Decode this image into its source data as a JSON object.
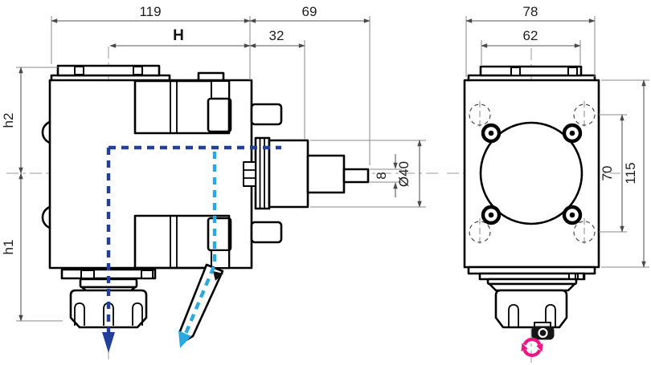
{
  "front_view": {
    "dims": {
      "total_width": "119",
      "clamp_width": "H",
      "spindle_length": "69",
      "spindle_step": "32",
      "upper_height": "h2",
      "lower_height": "h1",
      "pilot_width": "8",
      "spindle_diameter": "Ø40"
    }
  },
  "side_view": {
    "dims": {
      "total_width": "78",
      "cap_width": "62",
      "port_spacing": "70",
      "total_height": "115"
    }
  },
  "colors": {
    "outline": "#000000",
    "dimension_line": "#5a5a5a",
    "centerline": "#9b9b9b",
    "coolant_internal": "#21409a",
    "coolant_external": "#29a8e2",
    "rotation_arrow": "#ec1787"
  },
  "icons": {
    "coolant_internal_arrow": "down-arrow",
    "coolant_external_arrow": "diagonal-down-arrow",
    "rotation_symbol": "counterclockwise-rotation"
  }
}
